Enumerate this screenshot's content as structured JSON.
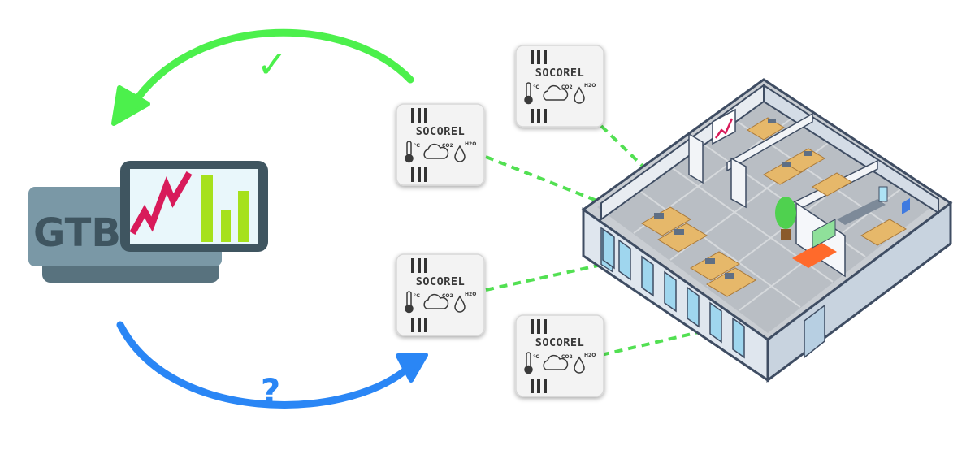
{
  "gtb": {
    "label": "GTB"
  },
  "flow": {
    "top_symbol": "✓",
    "bottom_symbol": "?",
    "top_color": "#4cf04c",
    "bottom_color": "#2a86f5",
    "link_color": "#52e052"
  },
  "sensors": [
    {
      "brand": "SOCOREL",
      "temp_unit": "°C",
      "gas": "CO2",
      "humidity": "H2O"
    },
    {
      "brand": "SOCOREL",
      "temp_unit": "°C",
      "gas": "CO2",
      "humidity": "H2O"
    },
    {
      "brand": "SOCOREL",
      "temp_unit": "°C",
      "gas": "CO2",
      "humidity": "H2O"
    },
    {
      "brand": "SOCOREL",
      "temp_unit": "°C",
      "gas": "CO2",
      "humidity": "H2O"
    }
  ],
  "icons": [
    "check-icon",
    "question-icon",
    "thermometer-icon",
    "cloud-icon",
    "droplet-icon",
    "chart-icon",
    "building-icon"
  ]
}
